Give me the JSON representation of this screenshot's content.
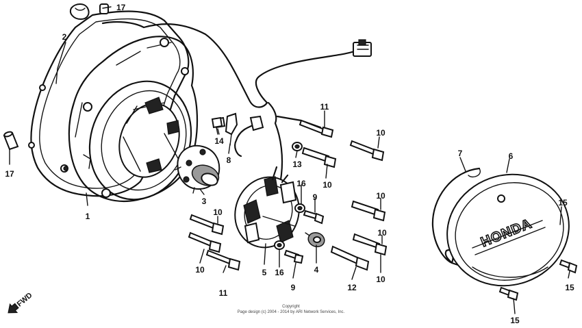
{
  "callouts": {
    "c1": "1",
    "c2": "2",
    "c3": "3",
    "c4": "4",
    "c5": "5",
    "c6": "6",
    "c7": "7",
    "c8": "8",
    "c9a": "9",
    "c9b": "9",
    "c10a": "10",
    "c10b": "10",
    "c10c": "10",
    "c10d": "10",
    "c10e": "10",
    "c10f": "10",
    "c10g": "10",
    "c11a": "11",
    "c11b": "11",
    "c12": "12",
    "c13": "13",
    "c14": "14",
    "c15a": "15",
    "c15b": "15",
    "c15c": "15",
    "c16a": "16",
    "c16b": "16",
    "c17a": "17",
    "c17b": "17"
  },
  "logo_text": "HONDA",
  "direction_label": "FWD",
  "copyright": {
    "line1": "Copyright",
    "line2": "Page design (c) 2004 - 2014 by ARI Network Services, Inc."
  }
}
